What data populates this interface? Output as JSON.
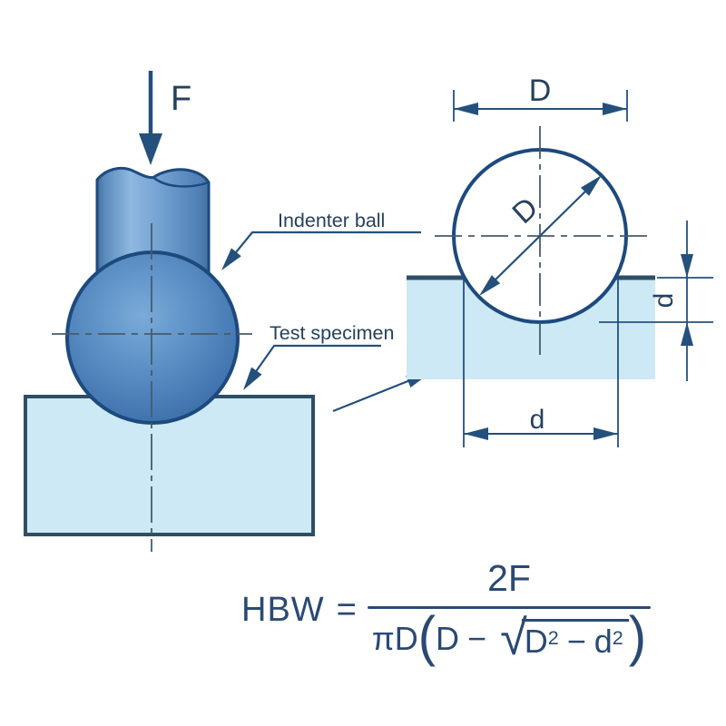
{
  "title_hint": "Brinell hardness test diagram",
  "left_diagram": {
    "force_label": "F",
    "indenter_label": "Indenter ball",
    "specimen_label": "Test specimen"
  },
  "right_diagram": {
    "ball_diameter_label": "D",
    "diagonal_diameter_label": "D",
    "indent_depth_label": "d",
    "indent_diameter_label": "d"
  },
  "formula": {
    "lhs": "HBW",
    "equals": "=",
    "numerator": "2F",
    "denom_prefix": "πD",
    "open_paren": "(",
    "denom_D": "D",
    "minus": "−",
    "sqrt_sign": "√",
    "rad_base1": "D",
    "rad_sup1": "2",
    "rad_minus": "−",
    "rad_base2": "d",
    "rad_sup2": "2",
    "close_paren": ")"
  },
  "colors": {
    "line_navy": "#24507c",
    "text_navy": "#25415f",
    "formula_navy": "#2a4a74",
    "ball_outline": "#1d4a7e",
    "ball_fill_mid": "#5d91c6",
    "shaft_highlight": "#8fb8e0",
    "specimen_fill": "#cde9f5",
    "specimen_border": "#2d4f66",
    "centerline": "#465b6f",
    "background": "#ffffff"
  }
}
